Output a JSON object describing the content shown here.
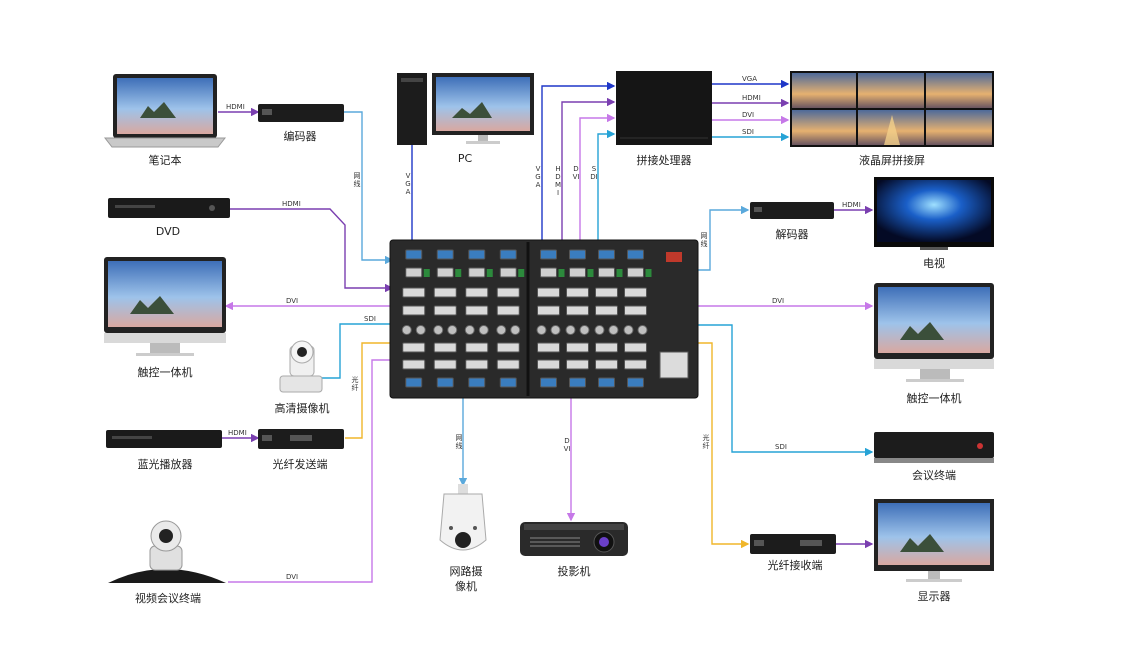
{
  "colors": {
    "hdmi": "#7a3fb0",
    "network": "#5aa9dc",
    "vga": "#1f37c8",
    "dvi": "#c678e8",
    "sdi": "#26a3d6",
    "fiber": "#f0b62a",
    "device_dark": "#1c1c1c",
    "screen_sky": "#6d9fd9"
  },
  "devices": {
    "laptop": "笔记本",
    "encoder": "编码器",
    "pc": "PC",
    "splice_processor": "拼接处理器",
    "lcd_wall": "液晶屏拼接屏",
    "dvd": "DVD",
    "decoder": "解码器",
    "tv": "电视",
    "touch_pc_left": "触控一体机",
    "touch_pc_right": "触控一体机",
    "hd_camera": "高清摄像机",
    "bluray": "蓝光播放器",
    "fiber_tx": "光纤发送端",
    "conference_terminal": "会议终端",
    "video_conf": "视频会议终端",
    "network_camera_1": "网路摄",
    "network_camera_2": "像机",
    "projector": "投影机",
    "fiber_rx": "光纤接收端",
    "monitor": "显示器"
  },
  "links": {
    "hdmi_laptop": "HDMI",
    "network_encoder": "网线",
    "vga_pc": "VGA",
    "vga_proc": "VGA",
    "hdmi_proc": "HDMI",
    "dvi_proc": "DVI",
    "sdi_proc": "SDI",
    "out_vga": "VGA",
    "out_hdmi": "HDMI",
    "out_dvi": "DVI",
    "out_sdi": "SDI",
    "hdmi_dvd": "HDMI",
    "network_decoder": "网线",
    "hdmi_decoder": "HDMI",
    "dvi_touch_left": "DVI",
    "dvi_touch_right": "DVI",
    "sdi_camera": "SDI",
    "fiber_tx": "光纤",
    "hdmi_bluray": "HDMI",
    "network_ptz": "网线",
    "dvi_projector": "DVI",
    "fiber_rx": "光纤",
    "sdi_conf": "SDI",
    "dvi_videoconf": "DVI"
  }
}
